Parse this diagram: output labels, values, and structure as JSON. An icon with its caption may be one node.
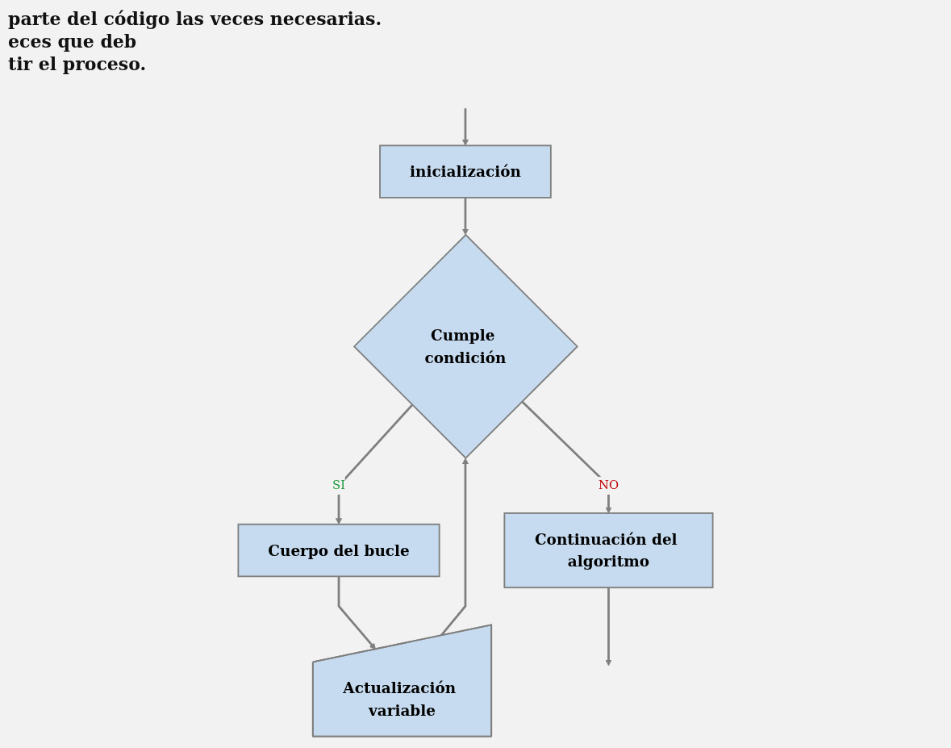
{
  "diagram": {
    "nodes": [
      {
        "text": [
          "inicialización"
        ]
      },
      {
        "text": [
          "Cumple condición"
        ]
      },
      {
        "text": [
          "Cuerpo del bucle"
        ]
      },
      {
        "text": [
          "Actualización variable"
        ]
      },
      {
        "text": [
          "Continuación del algoritmo"
        ]
      }
    ],
    "edges": [
      {
        "from": null,
        "to": 0,
        "arrow": "to"
      },
      {
        "from": 0,
        "to": 1,
        "arrow": "to"
      },
      {
        "from": 1,
        "to": 2,
        "label": "SI",
        "arrow": "to"
      },
      {
        "from": 2,
        "to": 3,
        "arrow": "to"
      },
      {
        "from": 3,
        "to": 1,
        "arrow": "to"
      },
      {
        "from": 1,
        "to": 4,
        "label": "NO",
        "arrow": "to"
      },
      {
        "from": 4,
        "to": null,
        "arrow": "to"
      }
    ],
    "labels": [
      "parte del código las veces necesarias.",
      "eces que deb",
      "tir el proceso."
    ]
  }
}
